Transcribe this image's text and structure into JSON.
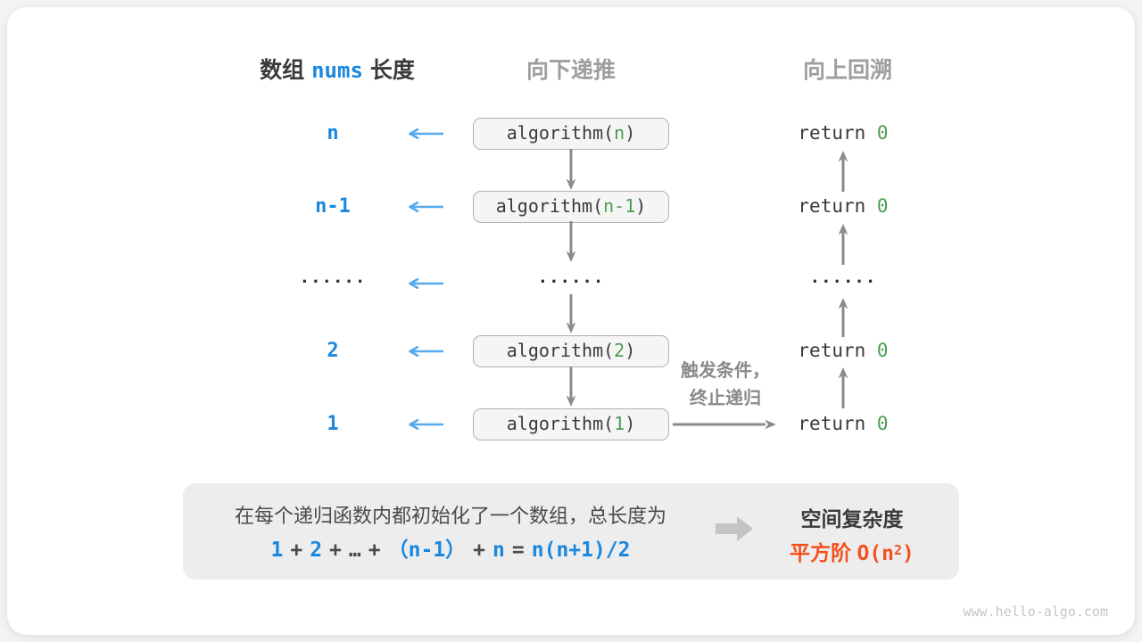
{
  "colors": {
    "blue": "#1b87dd",
    "light_blue": "#55a9ec",
    "green": "#4d9d50",
    "orange": "#f4511e",
    "gray_arrow": "#8a8a8a",
    "header_gray": "#9e9e9e",
    "dark": "#3a3a3a"
  },
  "headers": {
    "array_prefix": "数组",
    "array_code": "nums",
    "array_suffix": "长度",
    "recurse_down": "向下递推",
    "backtrack_up": "向上回溯"
  },
  "diagram": {
    "ellipsis": "......",
    "rows": [
      {
        "length": "n",
        "call_prefix": "algorithm(",
        "call_param": "n",
        "call_suffix": ")",
        "return_prefix": "return ",
        "return_value": "0"
      },
      {
        "length": "n-1",
        "call_prefix": "algorithm(",
        "call_param": "n-1",
        "call_suffix": ")",
        "return_prefix": "return ",
        "return_value": "0"
      },
      {
        "length": "2",
        "call_prefix": "algorithm(",
        "call_param": "2",
        "call_suffix": ")",
        "return_prefix": "return ",
        "return_value": "0"
      },
      {
        "length": "1",
        "call_prefix": "algorithm(",
        "call_param": "1",
        "call_suffix": ")",
        "return_prefix": "return ",
        "return_value": "0"
      }
    ],
    "terminate_note_line1": "触发条件，",
    "terminate_note_line2": "终止递归"
  },
  "summary": {
    "description": "在每个递归函数内都初始化了一个数组，总长度为",
    "formula": [
      {
        "text": "1",
        "color": "blue"
      },
      {
        "text": "+",
        "color": "dark"
      },
      {
        "text": "2",
        "color": "blue"
      },
      {
        "text": "+",
        "color": "dark"
      },
      {
        "text": "…",
        "color": "dark"
      },
      {
        "text": "+",
        "color": "dark"
      },
      {
        "text": "（n-1）",
        "color": "blue"
      },
      {
        "text": "+",
        "color": "dark"
      },
      {
        "text": "n",
        "color": "blue"
      },
      {
        "text": "=",
        "color": "dark"
      },
      {
        "text": "n(n+1)/2",
        "color": "blue"
      }
    ],
    "result_title": "空间复杂度",
    "result_value_prefix": "平方阶 ",
    "result_value_code": "O(n",
    "result_value_sup": "2",
    "result_value_suffix": ")"
  },
  "watermark": "www.hello-algo.com"
}
